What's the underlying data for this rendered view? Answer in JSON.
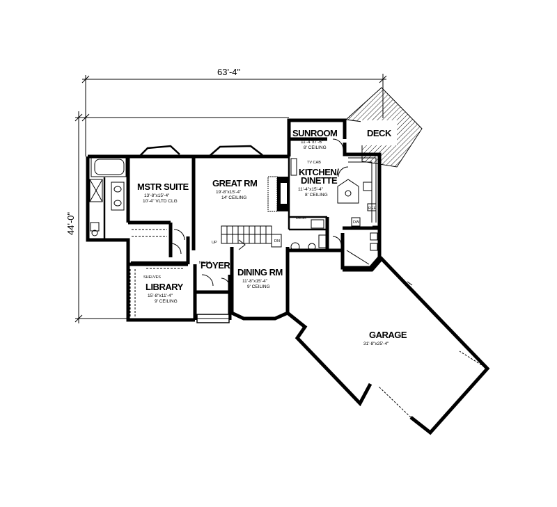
{
  "dimensions": {
    "width_label": "63'-4\"",
    "depth_label": "44'-0\""
  },
  "rooms": {
    "master": {
      "name": "MSTR SUITE",
      "size": "13'-8\"x15'-4\"",
      "note": "10'-4\" VLTD CLG"
    },
    "great": {
      "name": "GREAT RM",
      "size": "19'-8\"x15'-4\"",
      "note": "14' CEILING"
    },
    "sunroom": {
      "name": "SUNROOM",
      "size": "11'-4\"x7'-6\"",
      "note": "8' CEILING"
    },
    "deck": {
      "name": "DECK"
    },
    "kitchen": {
      "name_line1": "KITCHEN/",
      "name_line2": "DINETTE",
      "size": "11'-4\"x15'-4\"",
      "note": "8' CEILING"
    },
    "foyer": {
      "name": "FOYER"
    },
    "dining": {
      "name": "DINING RM",
      "size": "11'-8\"x15'-4\"",
      "note": "9' CEILING"
    },
    "library": {
      "name": "LIBRARY",
      "size": "15'-8\"x11'-4\"",
      "note": "9' CEILING"
    },
    "garage": {
      "name": "GARAGE",
      "size": "31'-8\"x25'-4\""
    }
  },
  "annotations": {
    "tv_cab": "TV CAB",
    "desk": "DESK",
    "niche": "NICHE",
    "shelves": "SHELVES",
    "up": "UP",
    "dn": "DN",
    "ref": "REF",
    "dw": "DW"
  }
}
